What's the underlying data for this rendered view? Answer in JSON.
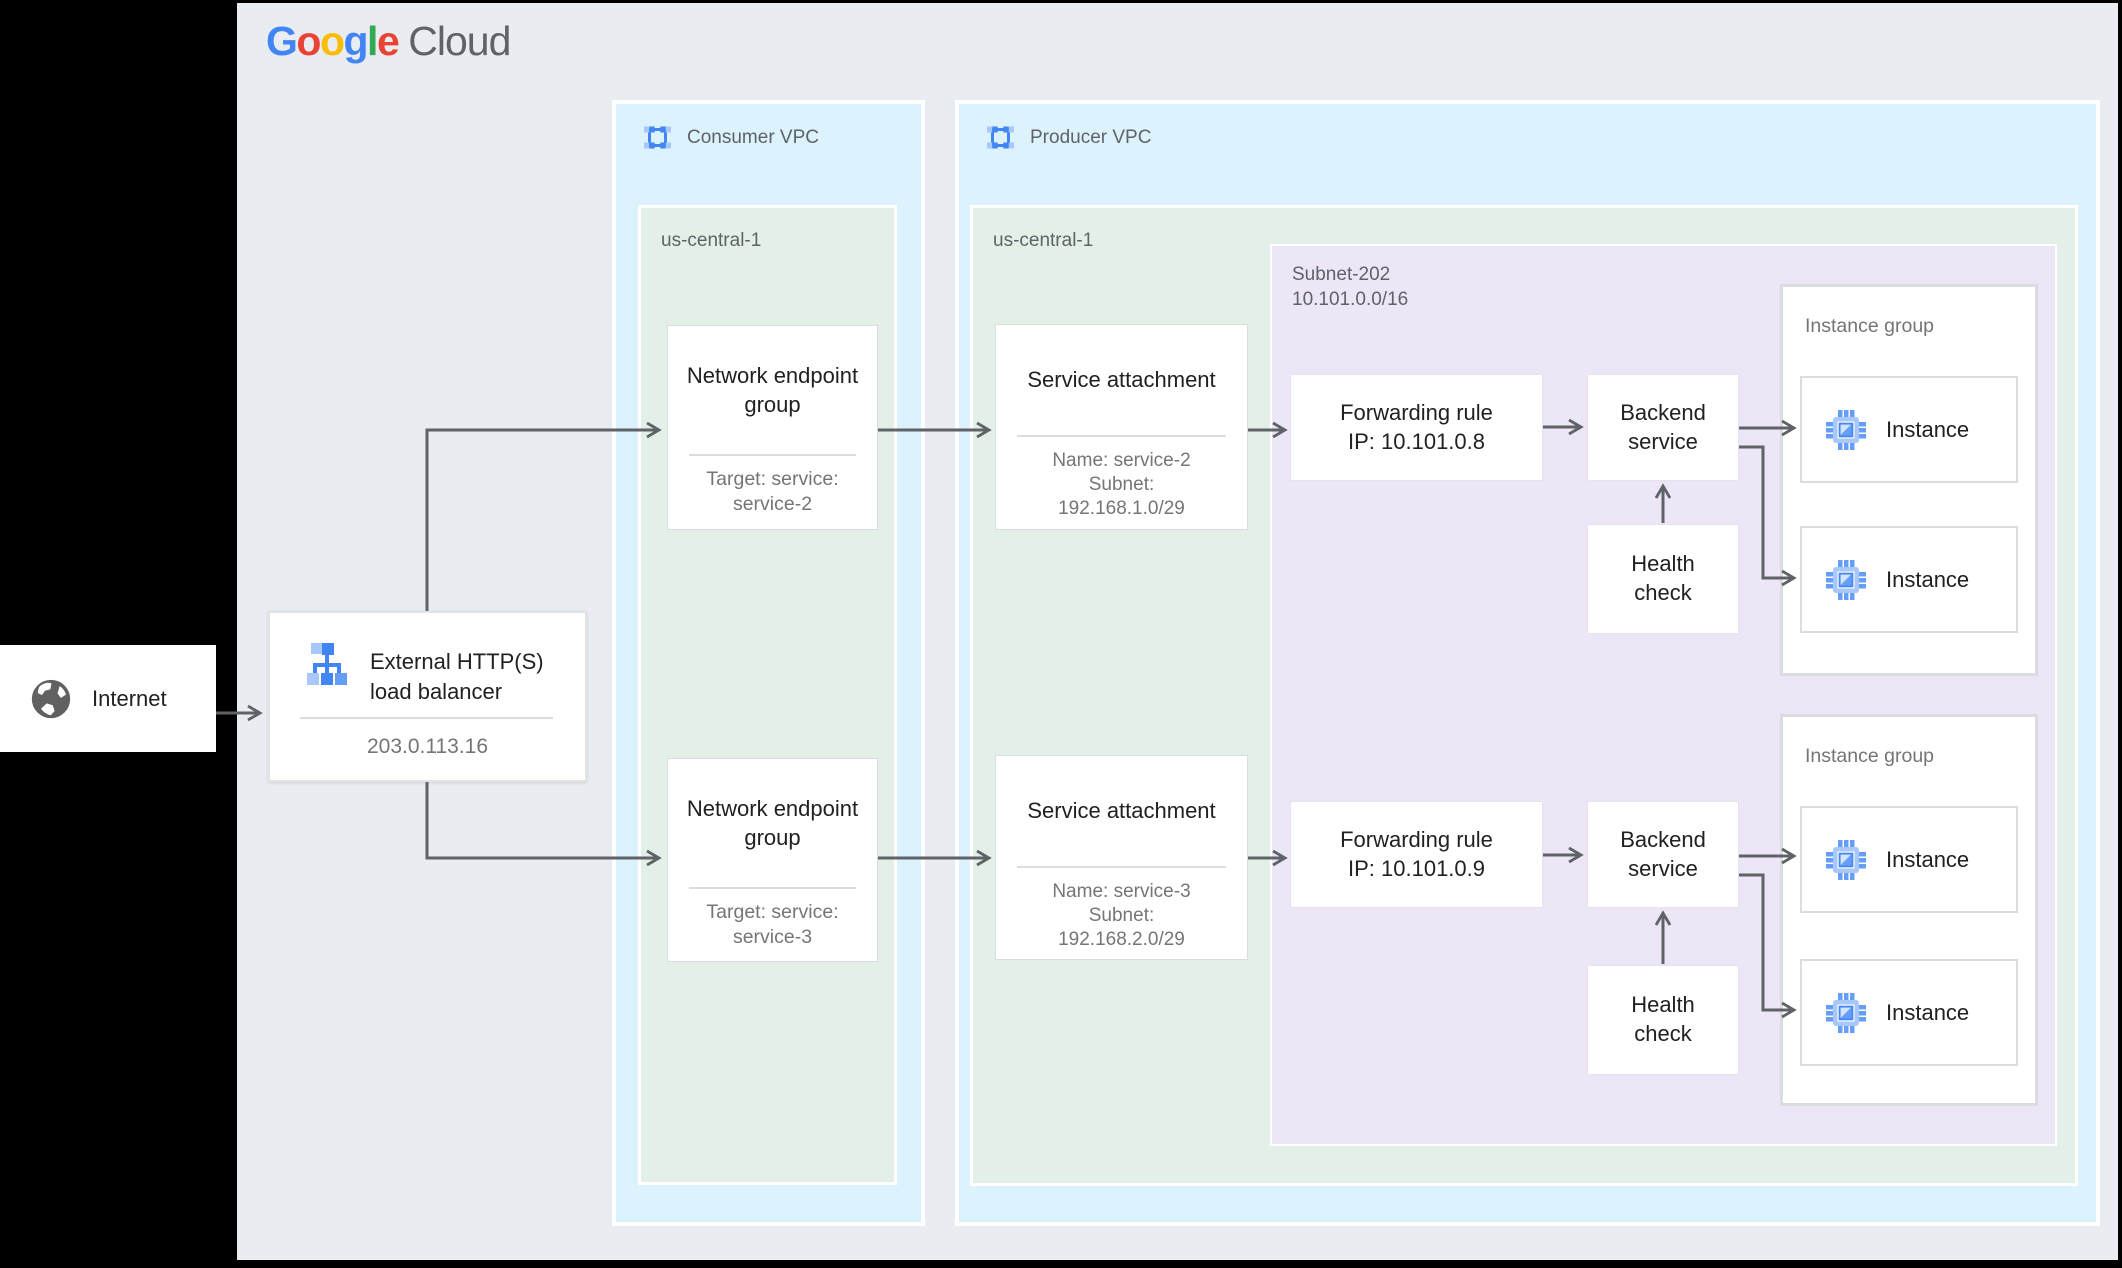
{
  "colors": {
    "canvas": "#e9edf1",
    "vpc_fill": "#dcf2fd",
    "region_fill": "#e2f0e7",
    "subnet_fill": "#ece6f6",
    "card_border": "#dadce0",
    "arrow": "#5f6368",
    "title_text": "#212121",
    "muted_text": "#757575",
    "label_text": "#5f6368",
    "google_blue": "#4285F4",
    "google_red": "#EA4335",
    "google_yellow": "#FBBC05",
    "google_green": "#34A853"
  },
  "logo": {
    "letters": [
      "G",
      "o",
      "o",
      "g",
      "l",
      "e"
    ],
    "suffix": "Cloud"
  },
  "internet": {
    "label": "Internet",
    "icon": "globe-icon"
  },
  "load_balancer": {
    "title_lines": [
      "External HTTP(S)",
      "load balancer"
    ],
    "ip": "203.0.113.16",
    "icon": "load-balancer-icon"
  },
  "consumer_vpc": {
    "label": "Consumer VPC",
    "icon": "vpc-network-icon",
    "region": {
      "label": "us-central-1",
      "endpoint_groups": [
        {
          "title": "Network endpoint group",
          "lines": [
            "Target: service:",
            "service-2"
          ]
        },
        {
          "title": "Network endpoint group",
          "lines": [
            "Target: service:",
            "service-3"
          ]
        }
      ]
    }
  },
  "producer_vpc": {
    "label": "Producer VPC",
    "icon": "vpc-network-icon",
    "region": {
      "label": "us-central-1",
      "service_attachments": [
        {
          "title": "Service attachment",
          "lines": [
            "Name: service-2",
            "Subnet:",
            "192.168.1.0/29"
          ]
        },
        {
          "title": "Service attachment",
          "lines": [
            "Name: service-3",
            "Subnet:",
            "192.168.2.0/29"
          ]
        }
      ],
      "subnet": {
        "name": "Subnet-202",
        "cidr": "10.101.0.0/16",
        "pipelines": [
          {
            "forwarding_rule": {
              "title": "Forwarding rule",
              "ip": "IP: 10.101.0.8"
            },
            "backend_service": "Backend service",
            "health_check": "Health check"
          },
          {
            "forwarding_rule": {
              "title": "Forwarding rule",
              "ip": "IP: 10.101.0.9"
            },
            "backend_service": "Backend service",
            "health_check": "Health check"
          }
        ],
        "instance_groups": [
          {
            "label": "Instance group",
            "instances": [
              "Instance",
              "Instance"
            ],
            "icon": "compute-chip-icon"
          },
          {
            "label": "Instance group",
            "instances": [
              "Instance",
              "Instance"
            ],
            "icon": "compute-chip-icon"
          }
        ]
      }
    }
  }
}
